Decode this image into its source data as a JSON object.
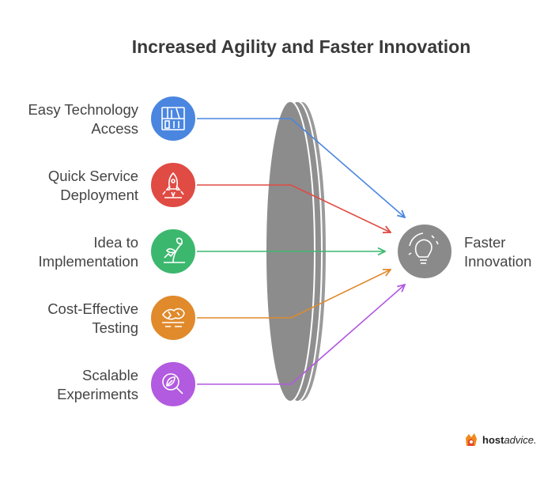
{
  "title": "Increased Agility and Faster Innovation",
  "inputs": [
    {
      "line1": "Easy Technology",
      "line2": "Access",
      "icon": "bookshelf-icon",
      "color": "#4a86e0"
    },
    {
      "line1": "Quick Service",
      "line2": "Deployment",
      "icon": "rocket-icon",
      "color": "#e04b44"
    },
    {
      "line1": "Idea to",
      "line2": "Implementation",
      "icon": "sprout-icon",
      "color": "#3cb86e"
    },
    {
      "line1": "Cost-Effective",
      "line2": "Testing",
      "icon": "cracked-earth-icon",
      "color": "#e08a2c"
    },
    {
      "line1": "Scalable",
      "line2": "Experiments",
      "icon": "magnify-leaf-icon",
      "color": "#b25ae0"
    }
  ],
  "output": {
    "line1": "Faster",
    "line2": "Innovation",
    "icon": "lightbulb-icon",
    "color": "#8a8a8a"
  },
  "lens_color": "#8c8c8c",
  "watermark": {
    "host": "host",
    "advice": "advice."
  }
}
